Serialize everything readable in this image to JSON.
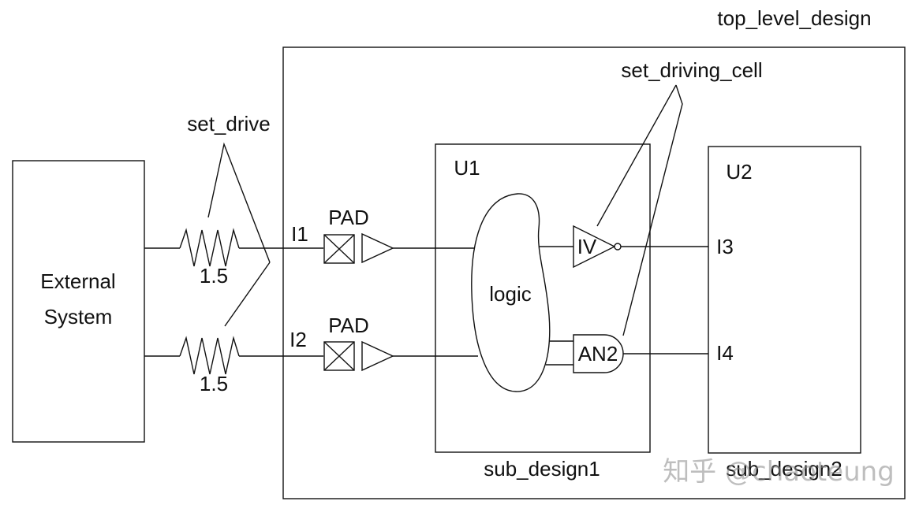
{
  "labels": {
    "top_level_design": "top_level_design",
    "set_driving_cell": "set_driving_cell",
    "set_drive": "set_drive",
    "external_system_line1": "External",
    "external_system_line2": "System",
    "r1_value": "1.5",
    "r2_value": "1.5",
    "port_i1": "I1",
    "port_i2": "I2",
    "pad1": "PAD",
    "pad2": "PAD",
    "u1": "U1",
    "u2": "U2",
    "logic": "logic",
    "iv": "IV",
    "an2": "AN2",
    "port_i3": "I3",
    "port_i4": "I4",
    "sub_design1": "sub_design1",
    "sub_design2": "sub_design2"
  },
  "watermark": "知乎 @chaoteung"
}
